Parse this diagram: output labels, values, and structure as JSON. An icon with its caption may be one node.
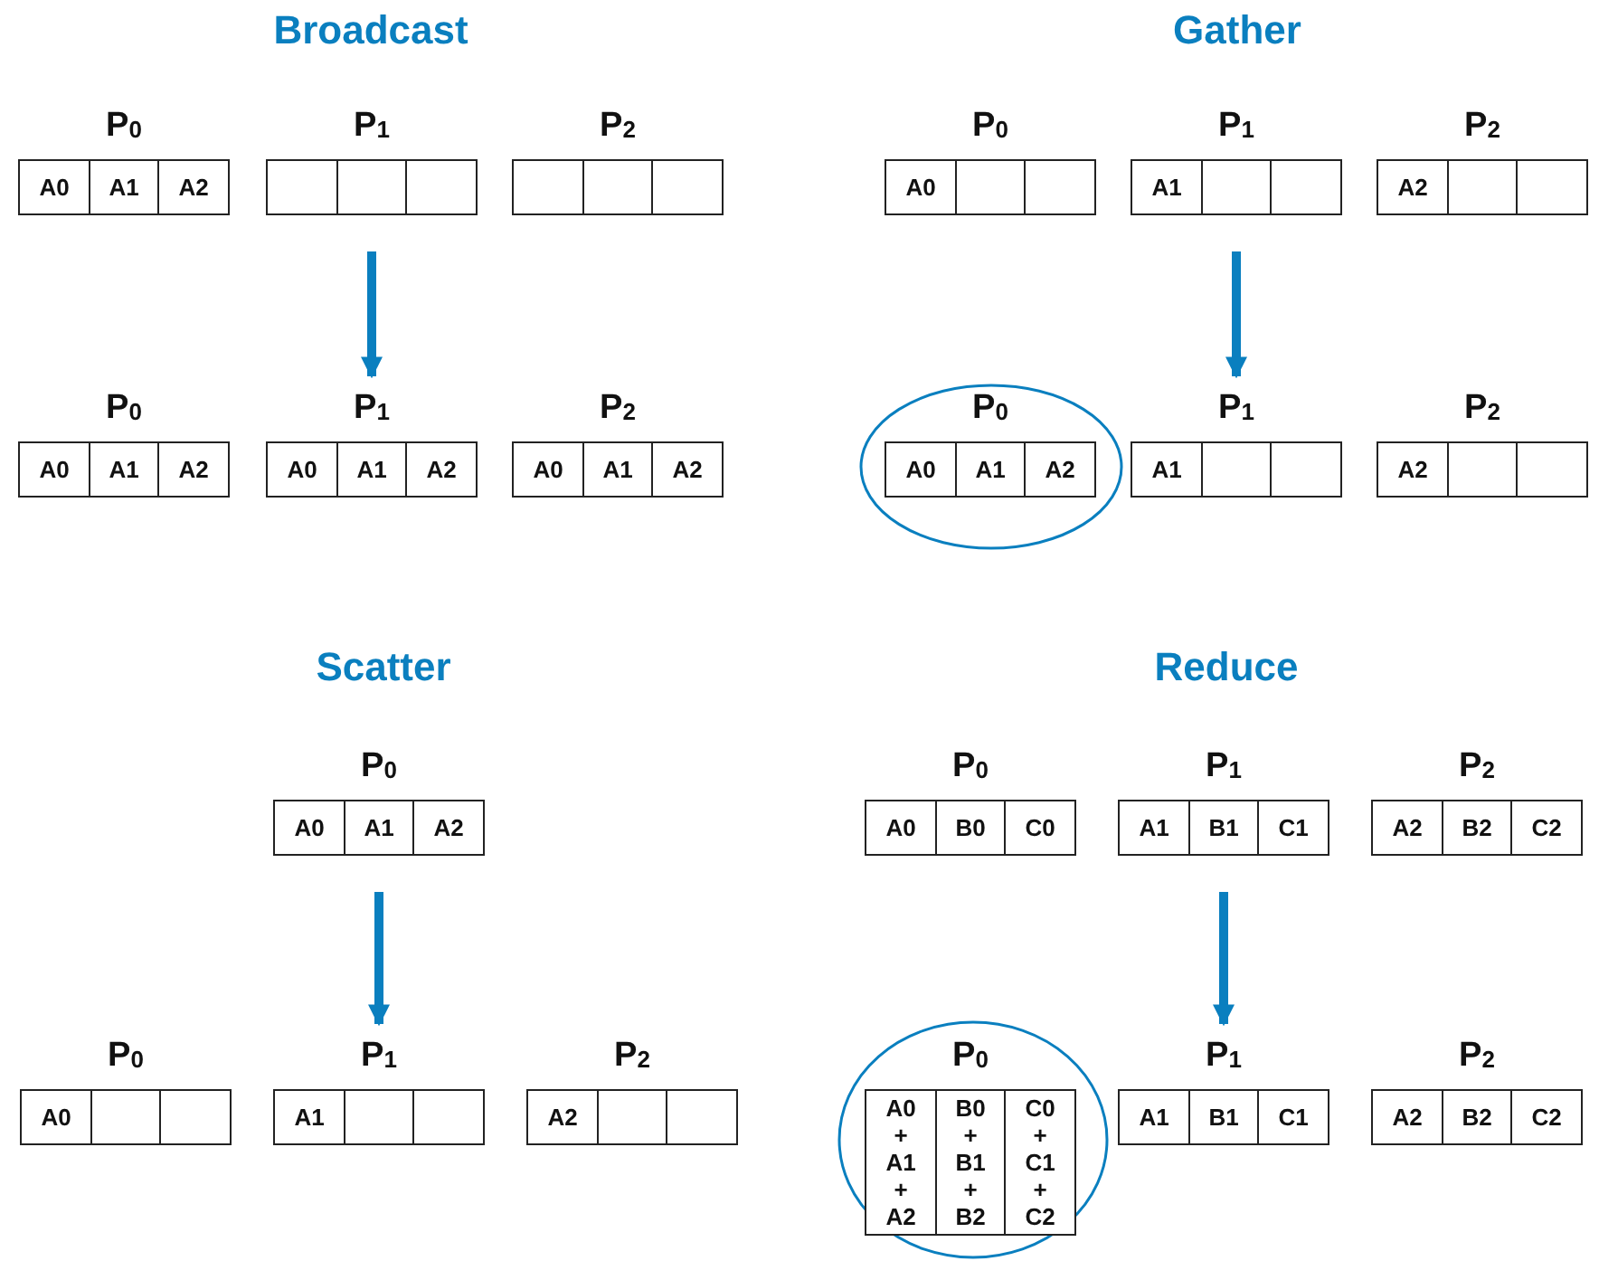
{
  "diagram": {
    "nodes": [
      {
        "text": [
          "P$_{0}$"
        ]
      },
      {
        "text": [
          "A0"
        ],
        "in": 0
      },
      {
        "text": [
          "A1"
        ],
        "in": 0
      },
      {
        "text": [
          "A2"
        ],
        "in": 0
      },
      {
        "text": [
          "P$_{1}$"
        ]
      },
      {
        "text": [],
        "shape": "box",
        "in": 4
      },
      {
        "text": [],
        "shape": "box",
        "in": 4
      },
      {
        "text": [],
        "shape": "box",
        "in": 4
      },
      {
        "text": [
          "P$_{2}$"
        ]
      },
      {
        "text": [],
        "shape": "box",
        "in": 8
      },
      {
        "text": [],
        "shape": "box",
        "in": 8
      },
      {
        "text": [],
        "shape": "box",
        "in": 8
      },
      {
        "text": [
          "P$_{0}$"
        ]
      },
      {
        "text": [
          "A0"
        ],
        "in": 12
      },
      {
        "text": [
          "A1"
        ],
        "in": 12
      },
      {
        "text": [
          "A2"
        ],
        "in": 12
      },
      {
        "text": [
          "P$_{1}$"
        ]
      },
      {
        "text": [
          "A0"
        ],
        "in": 16
      },
      {
        "text": [
          "A1"
        ],
        "in": 16
      },
      {
        "text": [
          "A2"
        ],
        "in": 16
      },
      {
        "text": [
          "P$_{2}$"
        ]
      },
      {
        "text": [
          "A0"
        ],
        "in": 20
      },
      {
        "text": [
          "A1"
        ],
        "in": 20
      },
      {
        "text": [
          "A2"
        ],
        "in": 20
      },
      {
        "text": [
          "P$_{0}$"
        ]
      },
      {
        "text": [
          "A0"
        ],
        "in": 24
      },
      {
        "text": [],
        "shape": "box",
        "in": 24
      },
      {
        "text": [],
        "shape": "box",
        "in": 24
      },
      {
        "text": [
          "P$_{1}$"
        ]
      },
      {
        "text": [
          "A1"
        ],
        "in": 28
      },
      {
        "text": [],
        "shape": "box",
        "in": 28
      },
      {
        "text": [],
        "shape": "box",
        "in": 28
      },
      {
        "text": [
          "P$_{2}$"
        ]
      },
      {
        "text": [
          "A2"
        ],
        "in": 32
      },
      {
        "text": [],
        "shape": "box",
        "in": 32
      },
      {
        "text": [],
        "shape": "box",
        "in": 32
      },
      {
        "text": [
          "P$_{0}$"
        ]
      },
      {
        "text": [
          "A0"
        ],
        "in": 36
      },
      {
        "text": [
          "A1"
        ],
        "in": 36
      },
      {
        "text": [
          "A2"
        ],
        "in": 36
      },
      {
        "text": [
          "P$_{1}$"
        ]
      },
      {
        "text": [
          "A1"
        ],
        "in": 40
      },
      {
        "text": [],
        "shape": "box",
        "in": 40
      },
      {
        "text": [],
        "shape": "box",
        "in": 40
      },
      {
        "text": [
          "P$_{2}$"
        ]
      },
      {
        "text": [
          "A2"
        ],
        "in": 44
      },
      {
        "text": [],
        "shape": "box",
        "in": 44
      },
      {
        "text": [],
        "shape": "box",
        "in": 44
      },
      {
        "text": [
          "P$_{0}$"
        ]
      },
      {
        "text": [
          "A0"
        ],
        "in": 48
      },
      {
        "text": [
          "A1"
        ],
        "in": 48
      },
      {
        "text": [
          "A2"
        ],
        "in": 48
      },
      {
        "text": [
          "P$_{0}$"
        ]
      },
      {
        "text": [
          "A0"
        ],
        "in": 52
      },
      {
        "text": [],
        "shape": "box",
        "in": 52
      },
      {
        "text": [],
        "shape": "box",
        "in": 52
      },
      {
        "text": [
          "P$_{1}$"
        ]
      },
      {
        "text": [
          "A1"
        ],
        "in": 56
      },
      {
        "text": [],
        "shape": "box",
        "in": 56
      },
      {
        "text": [],
        "shape": "box",
        "in": 56
      },
      {
        "text": [
          "P$_{2}$"
        ]
      },
      {
        "text": [
          "A2"
        ],
        "in": 60
      },
      {
        "text": [],
        "shape": "box",
        "in": 60
      },
      {
        "text": [],
        "shape": "box",
        "in": 60
      },
      {
        "text": [
          "P$_{0}$"
        ]
      },
      {
        "text": [
          "A0"
        ],
        "in": 64
      },
      {
        "text": [
          "B0"
        ],
        "in": 64
      },
      {
        "text": [
          "C0"
        ],
        "in": 64
      },
      {
        "text": [
          "P$_{1}$"
        ]
      },
      {
        "text": [
          "A1"
        ],
        "in": 68
      },
      {
        "text": [
          "B1"
        ],
        "in": 68
      },
      {
        "text": [
          "C1"
        ],
        "in": 68
      },
      {
        "text": [
          "P$_{2}$"
        ]
      },
      {
        "text": [
          "A2"
        ],
        "in": 72
      },
      {
        "text": [
          "B2"
        ],
        "in": 72
      },
      {
        "text": [
          "C2"
        ],
        "in": 72
      },
      {
        "text": [
          "P$_{0}$"
        ]
      },
      {
        "text": [
          "A0 + A1 + A2"
        ],
        "in": 76
      },
      {
        "text": [
          "B0 + B1 + B2"
        ],
        "in": 76
      },
      {
        "text": [
          "C0 + C1 + C2"
        ],
        "in": 76
      },
      {
        "text": [
          "P$_{1}$"
        ]
      },
      {
        "text": [
          "A1"
        ],
        "in": 80
      },
      {
        "text": [
          "B1"
        ],
        "in": 80
      },
      {
        "text": [
          "C1"
        ],
        "in": 80
      },
      {
        "text": [
          "P$_{2}$"
        ]
      },
      {
        "text": [
          "A2"
        ],
        "in": 84
      },
      {
        "text": [
          "B2"
        ],
        "in": 84
      },
      {
        "text": [
          "C2"
        ],
        "in": 84
      }
    ],
    "edges": [
      {
        "from": 4,
        "to": 16,
        "arrow": "to"
      },
      {
        "from": 28,
        "to": 40,
        "arrow": "to"
      },
      {
        "from": 48,
        "to": 56,
        "arrow": "to"
      },
      {
        "from": 68,
        "to": 80,
        "arrow": "to"
      }
    ],
    "labels": [
      "Broadcast",
      "Gather",
      "Scatter",
      "Reduce"
    ]
  }
}
